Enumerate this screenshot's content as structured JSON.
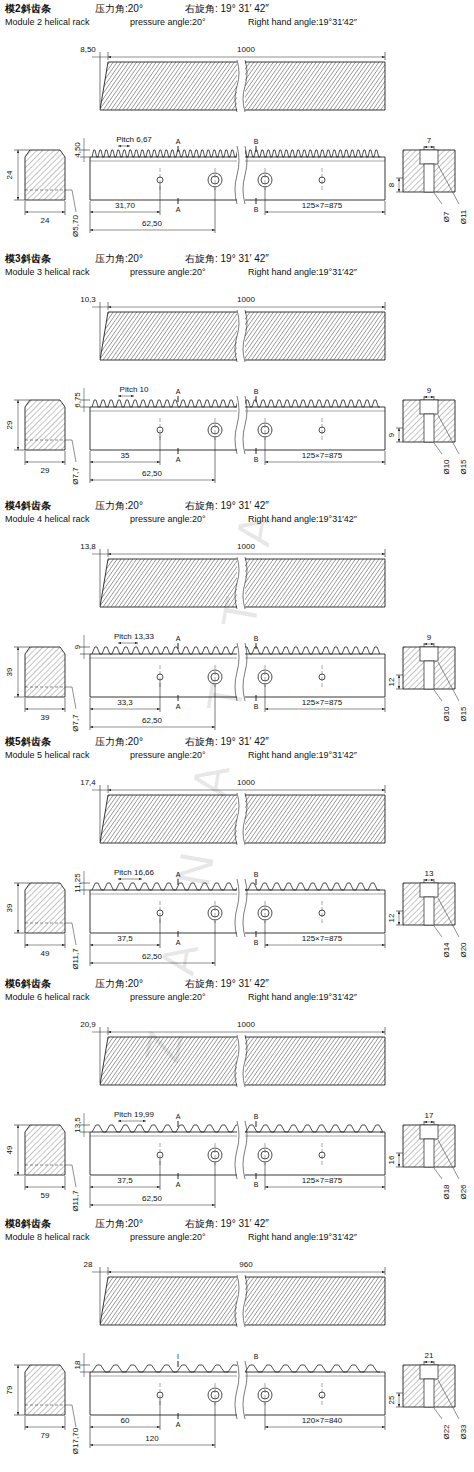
{
  "diagram": {
    "labels": [
      "模2斜齿条",
      "压力角:20°",
      "右旋角: 19° 31′ 42″",
      "Module 2 helical rack",
      "pressure angle:20°",
      "Right hand angle:19°31′42″",
      "8,50",
      "1000",
      "Pitch 6,67",
      "4,50",
      "24",
      "24",
      "Ø5,70",
      "31,70",
      "62,50",
      "125×7=875",
      "8",
      "7",
      "Ø7",
      "Ø11",
      "A",
      "A",
      "B",
      "B",
      "模3斜齿条",
      "压力角:20°",
      "右旋角: 19° 31′ 42″",
      "Module 3 helical rack",
      "pressure angle:20°",
      "Right hand angle:19°31′42″",
      "10,3",
      "1000",
      "Pitch 10",
      "6,75",
      "29",
      "29",
      "Ø7,7",
      "35",
      "62,50",
      "125×7=875",
      "9",
      "9",
      "Ø10",
      "Ø15",
      "A",
      "A",
      "B",
      "B",
      "模4斜齿条",
      "压力角:20°",
      "右旋角: 19° 31′ 42″",
      "Module 4 helical rack",
      "pressure angle:20°",
      "Right hand angle:19°31′42″",
      "13,8",
      "1000",
      "Pitch 13,33",
      "9",
      "39",
      "39",
      "Ø7,7",
      "33,3",
      "62,50",
      "125×7=875",
      "12",
      "9",
      "Ø10",
      "Ø15",
      "A",
      "A",
      "B",
      "B",
      "模5斜齿条",
      "压力角:20°",
      "右旋角: 19° 31′ 42″",
      "Module 5 helical rack",
      "pressure angle:20°",
      "Right hand angle:19°31′42″",
      "17,4",
      "1000",
      "Pitch 16,66",
      "11,25",
      "39",
      "49",
      "Ø11,7",
      "37,5",
      "62,50",
      "125×7=875",
      "12",
      "13",
      "Ø14",
      "Ø20",
      "A",
      "A",
      "B",
      "B",
      "模6斜齿条",
      "压力角:20°",
      "右旋角: 19° 31′ 42″",
      "Module 6 helical rack",
      "pressure angle:20°",
      "Right hand angle:19°31′42″",
      "20,9",
      "1000",
      "Pitch 19,99",
      "13,5",
      "49",
      "59",
      "Ø11,7",
      "37,5",
      "62,50",
      "125×7=875",
      "16",
      "17",
      "Ø18",
      "Ø26",
      "A",
      "A",
      "B",
      "B",
      "模8斜齿条",
      "压力角:20°",
      "右旋角: 19° 31′ 42″",
      "Module 8 helical rack",
      "pressure angle:20°",
      "Right hand angle:19°31′42″",
      "28",
      "960",
      "18",
      "79",
      "79",
      "Ø17,70",
      "60",
      "120",
      "120×7=840",
      "25",
      "21",
      "Ø22",
      "Ø33",
      "I",
      "A",
      "B",
      "ZANATTA"
    ]
  }
}
